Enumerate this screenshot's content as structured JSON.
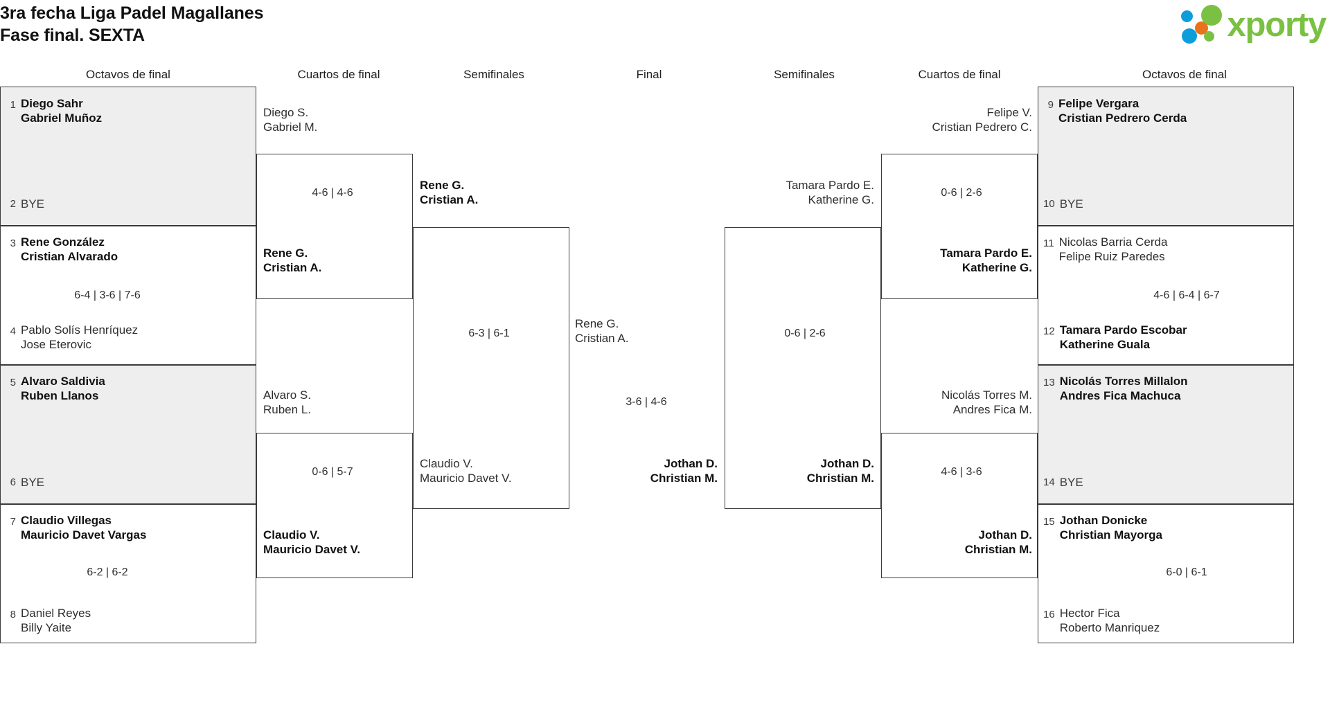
{
  "header": {
    "title_line1": "3ra fecha Liga Padel Magallanes",
    "title_line2": "Fase final. SEXTA",
    "logo_text": "xporty",
    "logo_colors": {
      "green": "#7ac143",
      "blue": "#0d9ddb",
      "orange": "#e8731b"
    }
  },
  "round_titles": {
    "left_r16": "Octavos de final",
    "left_qf": "Cuartos de final",
    "left_sf": "Semifinales",
    "final": "Final",
    "right_sf": "Semifinales",
    "right_qf": "Cuartos de final",
    "right_r16": "Octavos de final"
  },
  "left": {
    "r16": [
      {
        "seed": "1",
        "line1": "Diego Sahr",
        "line2": "Gabriel Muñoz",
        "winner": true,
        "bye": false
      },
      {
        "seed": "2",
        "line1": "BYE",
        "line2": "",
        "winner": false,
        "bye": true
      },
      {
        "seed": "3",
        "line1": "Rene González",
        "line2": "Cristian Alvarado",
        "winner": true,
        "bye": false
      },
      {
        "seed": "4",
        "line1": "Pablo Solís Henríquez",
        "line2": "Jose Eterovic",
        "winner": false,
        "bye": false
      },
      {
        "seed": "5",
        "line1": "Alvaro Saldivia",
        "line2": "Ruben Llanos",
        "winner": true,
        "bye": false
      },
      {
        "seed": "6",
        "line1": "BYE",
        "line2": "",
        "winner": false,
        "bye": true
      },
      {
        "seed": "7",
        "line1": "Claudio Villegas",
        "line2": "Mauricio Davet Vargas",
        "winner": true,
        "bye": false
      },
      {
        "seed": "8",
        "line1": "Daniel Reyes",
        "line2": "Billy Yaite",
        "winner": false,
        "bye": false
      }
    ],
    "r16_scores": [
      "",
      "6-4 | 3-6 | 7-6",
      "",
      "6-2 | 6-2"
    ],
    "qf": [
      {
        "line1": "Diego S.",
        "line2": "Gabriel M.",
        "winner": false
      },
      {
        "line1": "Rene G.",
        "line2": "Cristian A.",
        "winner": true
      },
      {
        "line1": "Alvaro S.",
        "line2": "Ruben L.",
        "winner": false
      },
      {
        "line1": "Claudio V.",
        "line2": "Mauricio Davet V.",
        "winner": true
      }
    ],
    "qf_scores": [
      "4-6 | 4-6",
      "0-6 | 5-7"
    ],
    "sf": [
      {
        "line1": "Rene G.",
        "line2": "Cristian A.",
        "winner": true
      },
      {
        "line1": "Claudio V.",
        "line2": "Mauricio Davet V.",
        "winner": false
      }
    ],
    "sf_scores": [
      "6-3 | 6-1"
    ]
  },
  "final": {
    "left_team": {
      "line1": "Rene G.",
      "line2": "Cristian A.",
      "winner": false
    },
    "right_team": {
      "line1": "Jothan D.",
      "line2": "Christian M.",
      "winner": true
    },
    "score": "3-6 | 4-6"
  },
  "right": {
    "r16": [
      {
        "seed": "9",
        "line1": "Felipe Vergara",
        "line2": "Cristian Pedrero Cerda",
        "winner": true,
        "bye": false
      },
      {
        "seed": "10",
        "line1": "BYE",
        "line2": "",
        "winner": false,
        "bye": true
      },
      {
        "seed": "11",
        "line1": "Nicolas Barria Cerda",
        "line2": "Felipe Ruiz Paredes",
        "winner": false,
        "bye": false
      },
      {
        "seed": "12",
        "line1": "Tamara Pardo Escobar",
        "line2": "Katherine Guala",
        "winner": true,
        "bye": false
      },
      {
        "seed": "13",
        "line1": "Nicolás Torres Millalon",
        "line2": "Andres Fica Machuca",
        "winner": true,
        "bye": false
      },
      {
        "seed": "14",
        "line1": "BYE",
        "line2": "",
        "winner": false,
        "bye": true
      },
      {
        "seed": "15",
        "line1": "Jothan Donicke",
        "line2": "Christian Mayorga",
        "winner": true,
        "bye": false
      },
      {
        "seed": "16",
        "line1": "Hector Fica",
        "line2": "Roberto Manriquez",
        "winner": false,
        "bye": false
      }
    ],
    "r16_scores": [
      "",
      "4-6 | 6-4 | 6-7",
      "",
      "6-0 | 6-1"
    ],
    "qf": [
      {
        "line1": "Felipe V.",
        "line2": "Cristian Pedrero C.",
        "winner": false
      },
      {
        "line1": "Tamara Pardo E.",
        "line2": "Katherine G.",
        "winner": true
      },
      {
        "line1": "Nicolás Torres M.",
        "line2": "Andres Fica M.",
        "winner": false
      },
      {
        "line1": "Jothan D.",
        "line2": "Christian M.",
        "winner": true
      }
    ],
    "qf_scores": [
      "0-6 | 2-6",
      "4-6 | 3-6"
    ],
    "sf": [
      {
        "line1": "Tamara Pardo E.",
        "line2": "Katherine G.",
        "winner": false
      },
      {
        "line1": "Jothan D.",
        "line2": "Christian M.",
        "winner": true
      }
    ],
    "sf_scores": [
      "0-6 | 2-6"
    ]
  }
}
